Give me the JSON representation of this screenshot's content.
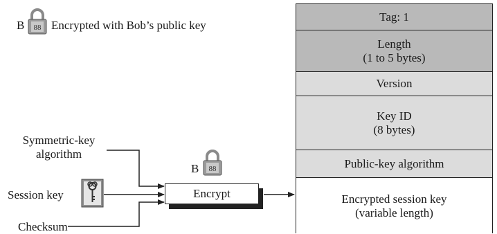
{
  "legend": {
    "letter": "B",
    "text": "Encrypted with Bob’s public key"
  },
  "inputs": {
    "symmetric": [
      "Symmetric-key",
      "algorithm"
    ],
    "session_key": "Session key",
    "checksum": "Checksum"
  },
  "encrypt": {
    "label": "Encrypt",
    "lock_letter": "B"
  },
  "packet": {
    "tag": "Tag: 1",
    "length": [
      "Length",
      "(1 to 5 bytes)"
    ],
    "version": "Version",
    "key_id": [
      "Key ID",
      "(8 bytes)"
    ],
    "pk_algorithm": "Public-key algorithm",
    "session_key": [
      "Encrypted session key",
      "(variable length)"
    ]
  },
  "icons": {
    "lock": "padlock-icon",
    "key": "key-icon"
  }
}
